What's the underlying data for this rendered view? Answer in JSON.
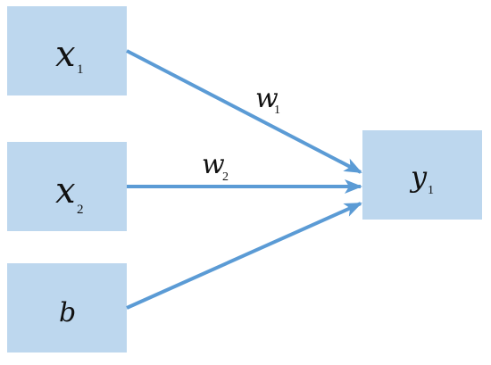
{
  "nodes": {
    "x1": {
      "symbol": "x",
      "subscript": "1"
    },
    "x2": {
      "symbol": "x",
      "subscript": "2"
    },
    "b": {
      "symbol": "b",
      "subscript": ""
    },
    "y1": {
      "symbol": "y",
      "subscript": "1"
    }
  },
  "edges": {
    "w1": {
      "symbol": "w",
      "subscript": "1"
    },
    "w2": {
      "symbol": "w",
      "subscript": "2"
    }
  },
  "colors": {
    "box_fill": "#bdd7ee",
    "arrow": "#5b9bd5",
    "text": "#111111"
  }
}
